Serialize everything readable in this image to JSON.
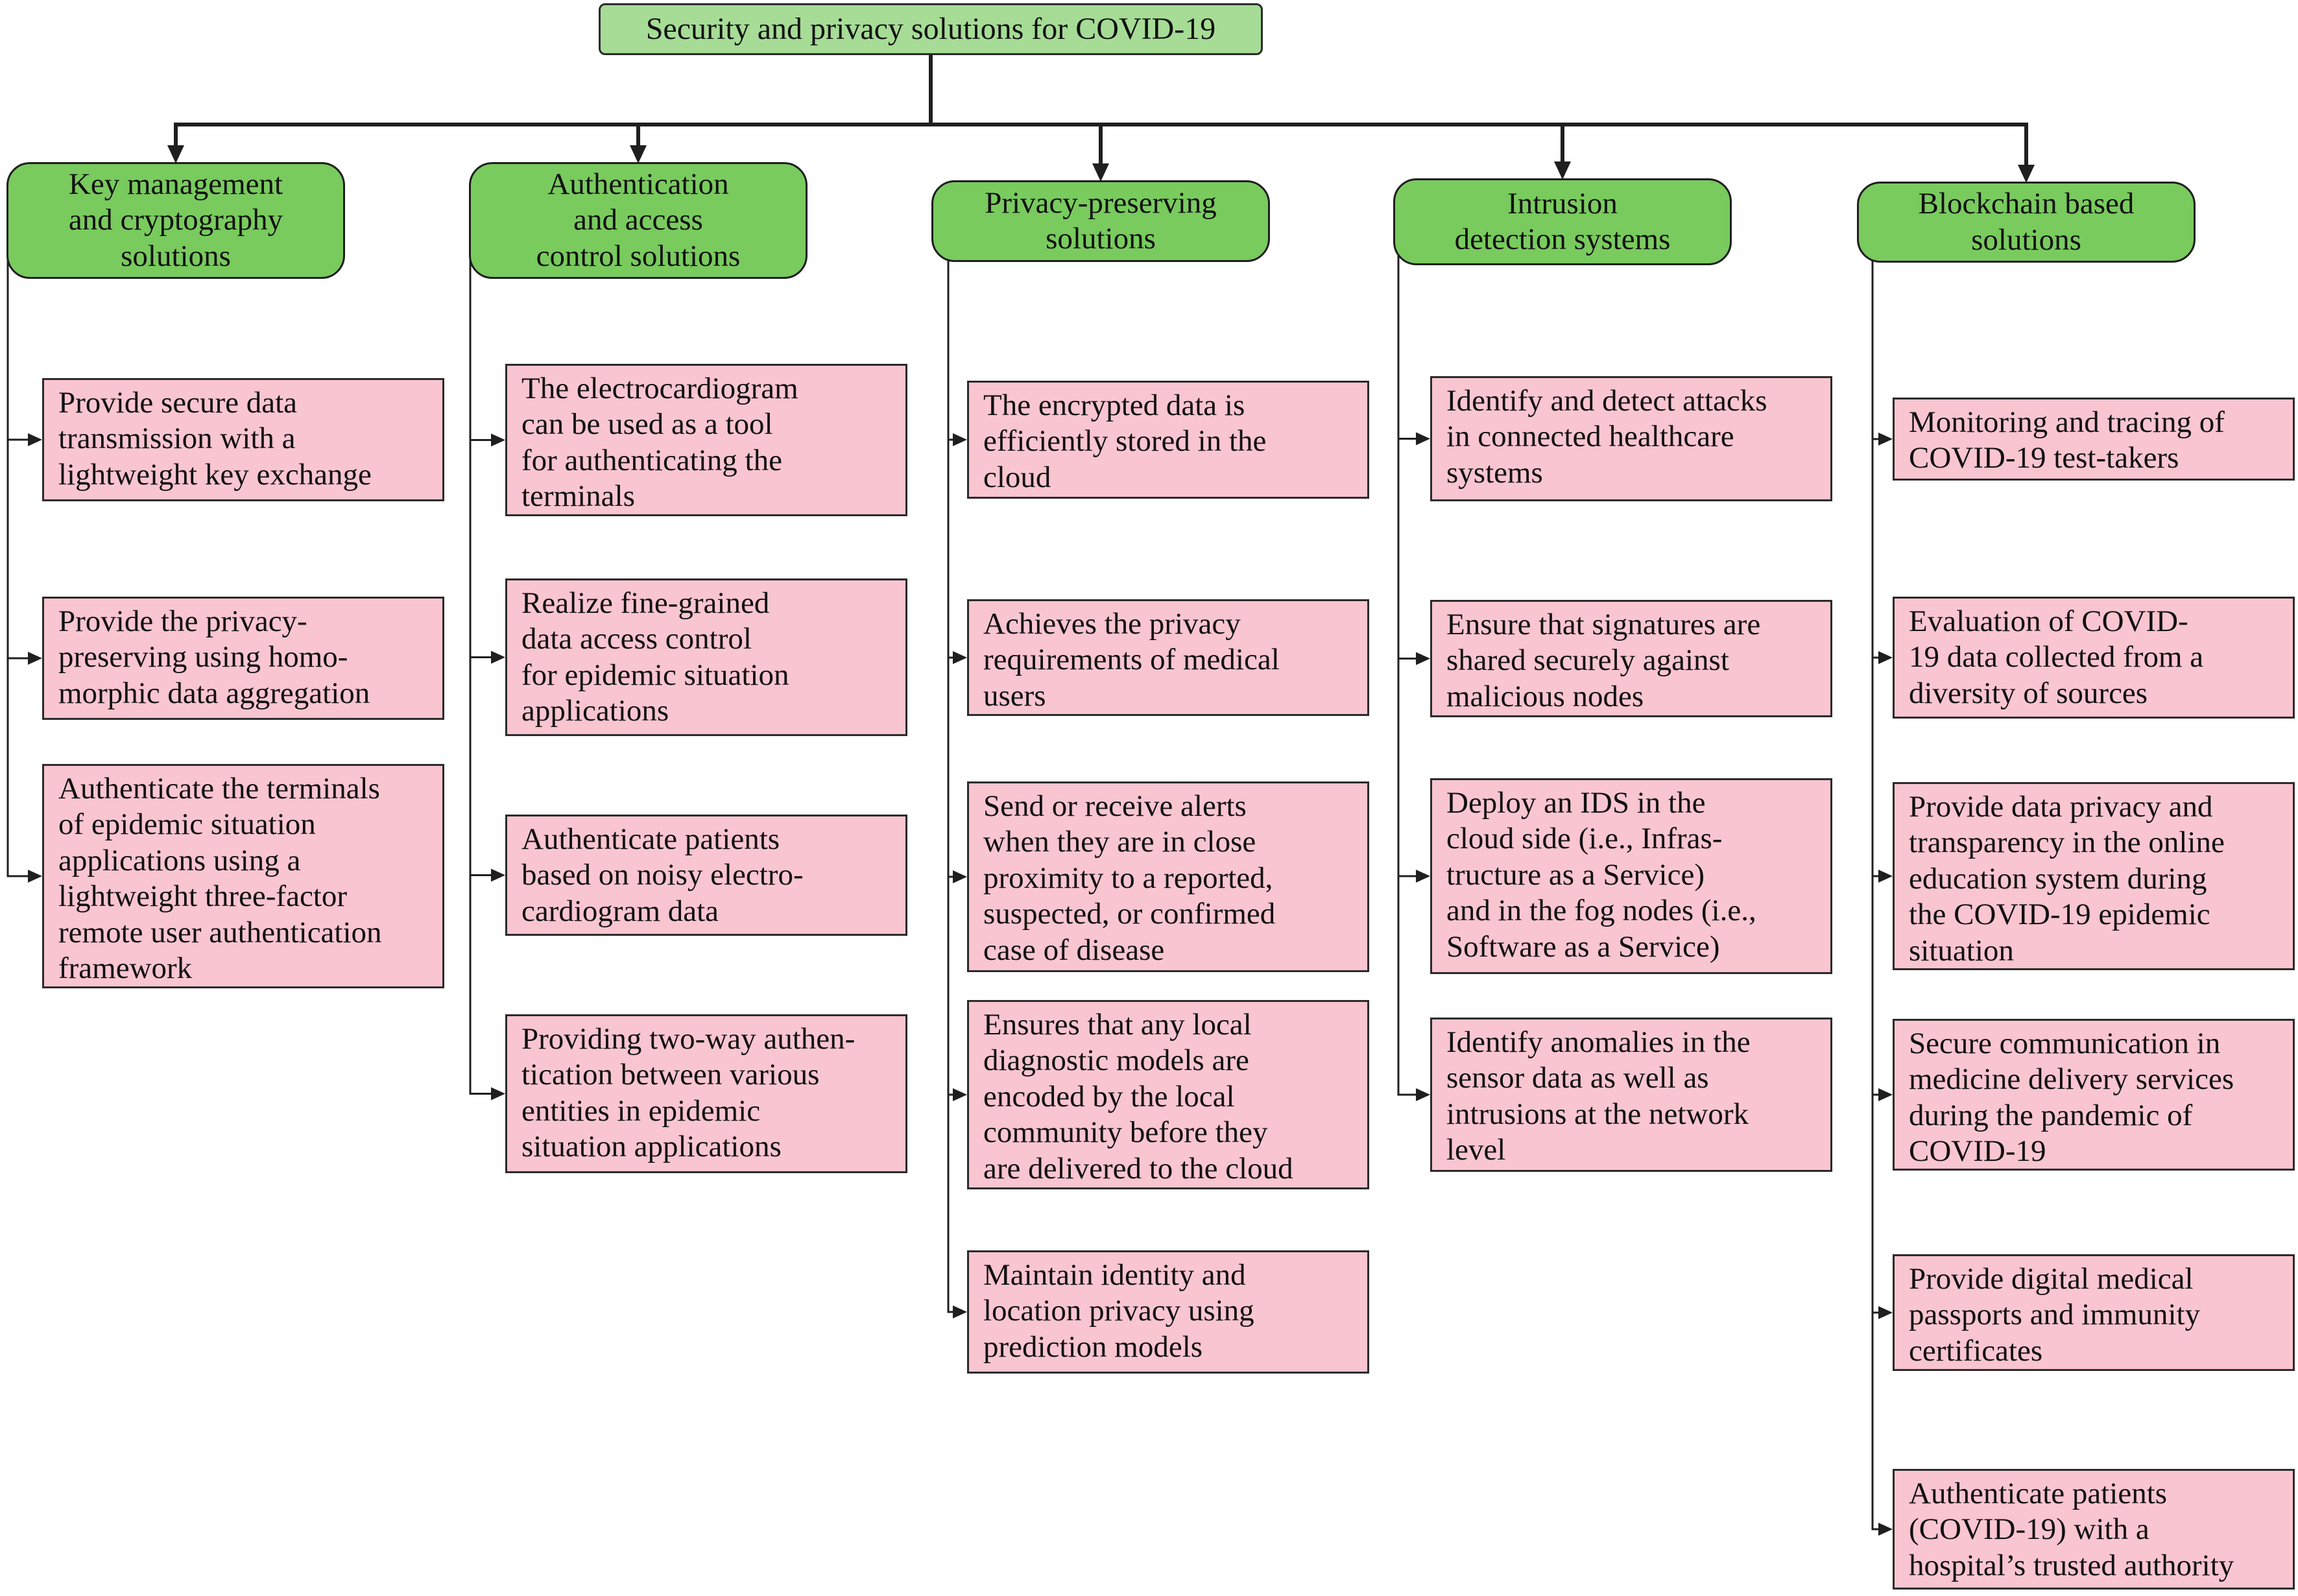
{
  "root": {
    "label": "Security and privacy solutions for COVID-19"
  },
  "columns": [
    {
      "title_lines": [
        "Key management",
        "and cryptography",
        "solutions"
      ],
      "items": [
        {
          "lines": [
            "Provide secure data",
            "transmission with a",
            "lightweight key exchange"
          ]
        },
        {
          "lines": [
            "Provide the privacy-",
            "preserving using homo-",
            "morphic data aggregation"
          ]
        },
        {
          "lines": [
            "Authenticate the terminals",
            "of epidemic situation",
            "applications using a",
            "lightweight three-factor",
            "remote user authentication",
            "framework"
          ]
        }
      ]
    },
    {
      "title_lines": [
        "Authentication",
        "and access",
        "control solutions"
      ],
      "items": [
        {
          "lines": [
            "The electrocardiogram",
            "can be used as a tool",
            "for authenticating the",
            "terminals"
          ]
        },
        {
          "lines": [
            "Realize fine-grained",
            "data access control",
            "for epidemic situation",
            "applications"
          ]
        },
        {
          "lines": [
            "Authenticate patients",
            "based on noisy electro-",
            "cardiogram data"
          ]
        },
        {
          "lines": [
            "Providing two-way authen-",
            "tication between various",
            "entities in epidemic",
            "situation applications"
          ]
        }
      ]
    },
    {
      "title_lines": [
        "Privacy-preserving",
        "solutions"
      ],
      "items": [
        {
          "lines": [
            "The encrypted data is",
            "efficiently stored in the",
            "cloud"
          ]
        },
        {
          "lines": [
            "Achieves the privacy",
            "requirements of medical",
            "users"
          ]
        },
        {
          "lines": [
            "Send or receive alerts",
            "when they are in close",
            "proximity to a reported,",
            "suspected, or confirmed",
            "case of disease"
          ]
        },
        {
          "lines": [
            "Ensures that any local",
            "diagnostic models are",
            "encoded by the local",
            "community before they",
            "are delivered to the cloud"
          ]
        },
        {
          "lines": [
            "Maintain identity and",
            "location privacy using",
            "prediction models"
          ]
        }
      ]
    },
    {
      "title_lines": [
        "Intrusion",
        "detection systems"
      ],
      "items": [
        {
          "lines": [
            "Identify and detect attacks",
            "in connected healthcare",
            "systems"
          ]
        },
        {
          "lines": [
            "Ensure that signatures are",
            "shared securely against",
            "malicious nodes"
          ]
        },
        {
          "lines": [
            "Deploy an IDS in the",
            "cloud side (i.e., Infras-",
            "tructure as a Service)",
            "and in the fog nodes (i.e.,",
            "Software as a Service)"
          ]
        },
        {
          "lines": [
            "Identify anomalies in the",
            "sensor data as well as",
            "intrusions at the network",
            "level"
          ]
        }
      ]
    },
    {
      "title_lines": [
        "Blockchain based",
        "solutions"
      ],
      "items": [
        {
          "lines": [
            "Monitoring and tracing of",
            "COVID-19 test-takers"
          ]
        },
        {
          "lines": [
            "Evaluation of COVID-",
            "19 data collected from a",
            "diversity of sources"
          ]
        },
        {
          "lines": [
            "Provide data privacy and",
            "transparency in the online",
            "education system during",
            "the COVID-19 epidemic",
            "situation"
          ]
        },
        {
          "lines": [
            "Secure communication in",
            "medicine delivery services",
            "during the pandemic of",
            "COVID-19"
          ]
        },
        {
          "lines": [
            "Provide digital medical",
            "passports and immunity",
            "certificates"
          ]
        },
        {
          "lines": [
            "Authenticate patients",
            "(COVID-19) with a",
            "hospital’s trusted authority"
          ]
        }
      ]
    }
  ],
  "colors": {
    "root_fill": "#a6dc96",
    "category_fill": "#79cb5e",
    "leaf_fill": "#f9c5d1",
    "line": "#1f1f1f"
  }
}
